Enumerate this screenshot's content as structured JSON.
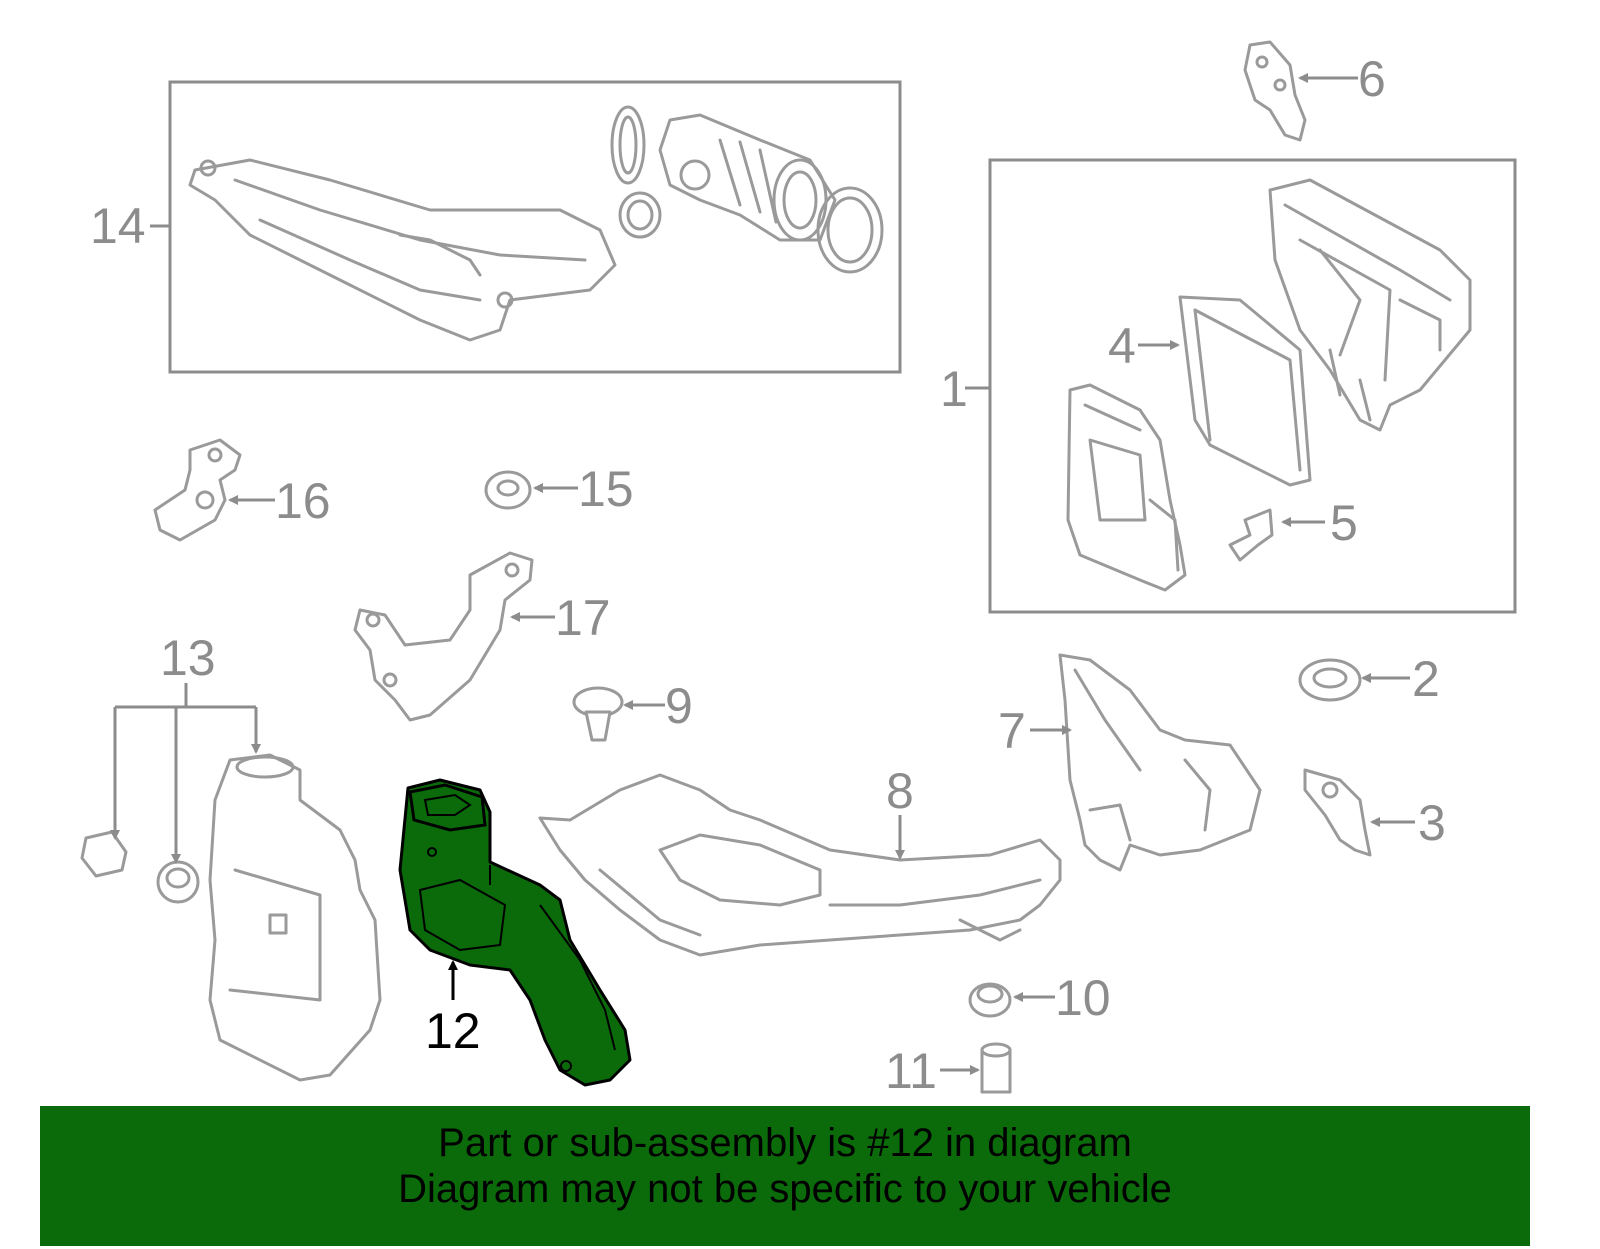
{
  "callouts": {
    "c1": "1",
    "c2": "2",
    "c3": "3",
    "c4": "4",
    "c5": "5",
    "c6": "6",
    "c7": "7",
    "c8": "8",
    "c9": "9",
    "c10": "10",
    "c11": "11",
    "c12": "12",
    "c13": "13",
    "c14": "14",
    "c15": "15",
    "c16": "16",
    "c17": "17"
  },
  "highlighted_part": "12",
  "colors": {
    "highlight_fill": "#0b6b0b",
    "banner_background": "#0b6b0b",
    "line_gray": "#9a9a9a"
  },
  "banner": {
    "line1": "Part or sub-assembly is #12 in diagram",
    "line2": "Diagram may not be specific to your vehicle"
  }
}
